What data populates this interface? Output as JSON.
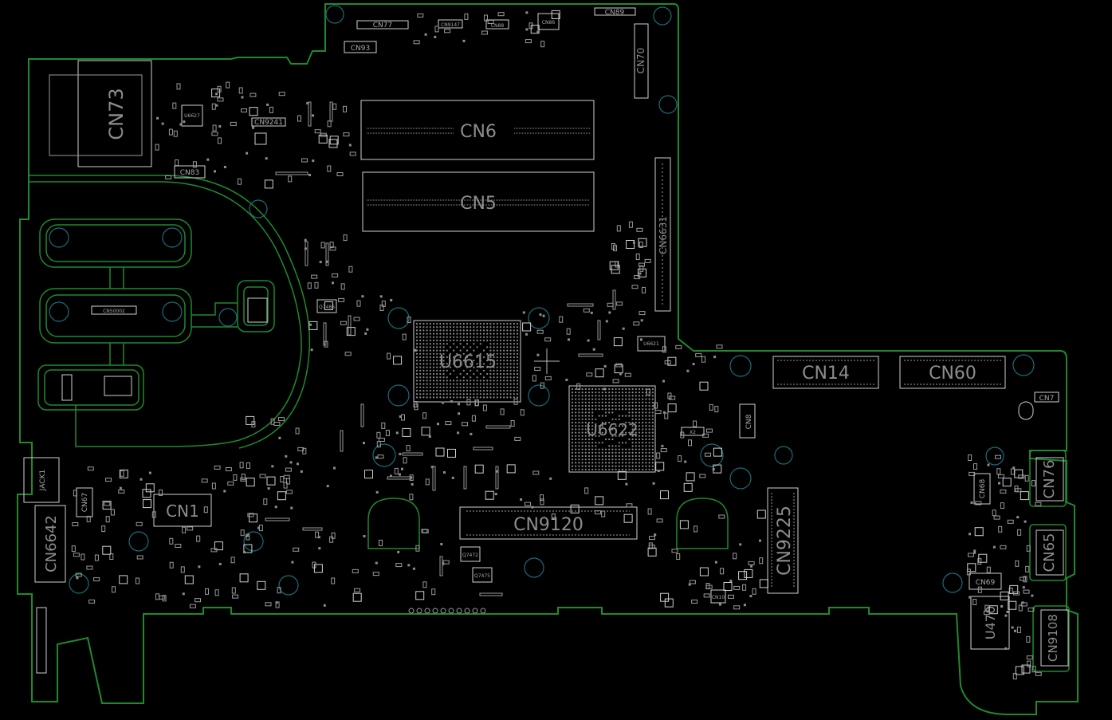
{
  "colors": {
    "background": "#000000",
    "board_outline": "#1f8a2c",
    "component_outline": "#cfcfcf",
    "mounting_hole": "#1b6c7a",
    "label": "#8c8c8c"
  },
  "labels": {
    "cn73": "CN73",
    "cn6": "CN6",
    "cn5": "CN5",
    "cn6631": "CN6631",
    "cn70": "CN70",
    "cn77": "CN77",
    "cn89": "CN89",
    "cn93": "CN93",
    "cn86": "CN86",
    "cn88": "CN88",
    "cn9147": "CN9147",
    "cn9241": "CN9241",
    "cn83": "CN83",
    "u6627": "U6627",
    "cn50002": "CN50002",
    "u6615": "U6615",
    "u6622": "U6622",
    "u6621": "U6621",
    "cn14": "CN14",
    "cn60": "CN60",
    "cn7": "CN7",
    "cn8": "CN8",
    "x2": "X2",
    "cn9225": "CN9225",
    "cn9120": "CN9120",
    "cn1": "CN1",
    "cn67": "CN67",
    "jack1": "JACK1",
    "cn6642": "CN6642",
    "cn68": "CN68",
    "cn76": "CN76",
    "cn65": "CN65",
    "cn69": "CN69",
    "u470": "U470",
    "cn9108": "CN9108",
    "q7486": "Q7486",
    "q7472": "Q7472",
    "q7475": "Q7475",
    "cn10": "CN10"
  }
}
